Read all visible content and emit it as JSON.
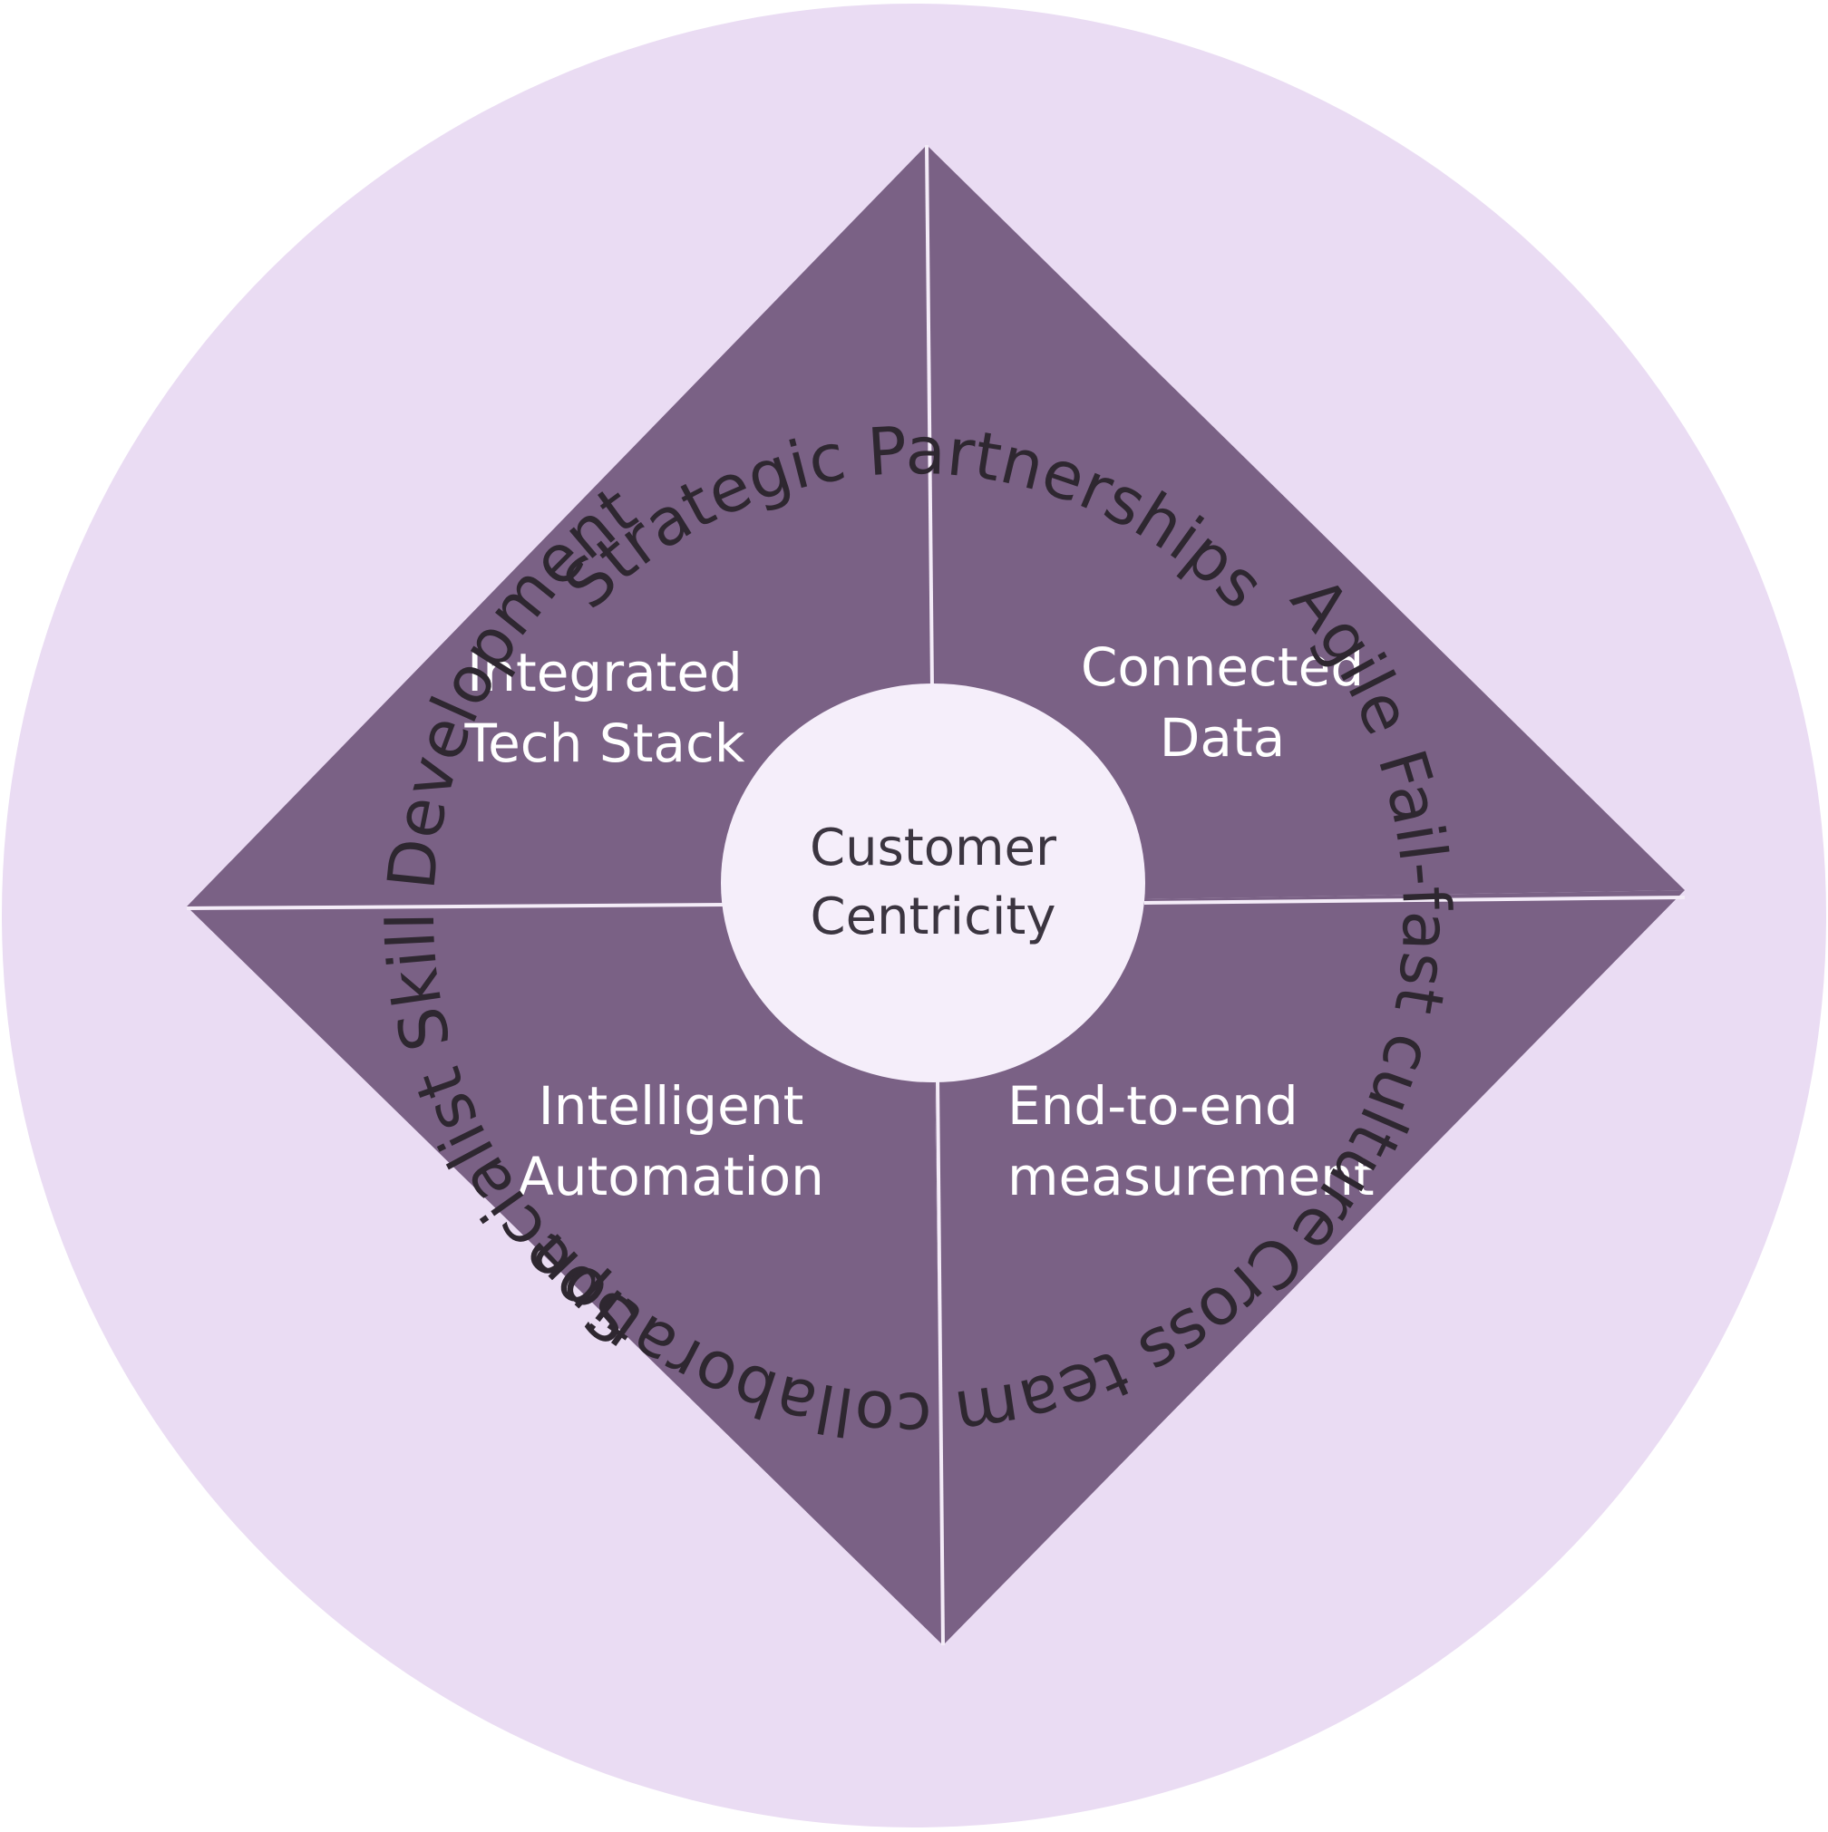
{
  "diagram": {
    "center": {
      "line1": "Customer",
      "line2": "Centricity"
    },
    "quadrants": {
      "top_left": {
        "line1": "Integrated",
        "line2": "Tech Stack"
      },
      "top_right": {
        "line1": "Connected",
        "line2": "Data"
      },
      "bottom_left": {
        "line1": "Intelligent",
        "line2": "Automation"
      },
      "bottom_right": {
        "line1": "End-to-end",
        "line2": "measurement"
      }
    },
    "ring": {
      "top": "Strategic Partnerships",
      "right": "Agile Fail-fast culture",
      "bottom": "Cross team collaboration",
      "left": "Specialist Skill Development"
    }
  },
  "colors": {
    "ring_fill": "#eadcf3",
    "diamond_fill": "#7a6185",
    "divider": "#f4ecf8",
    "center_fill": "#f5eefa",
    "ring_text": "#2e2730",
    "quad_text": "#ffffff",
    "center_text": "#3b3540"
  }
}
